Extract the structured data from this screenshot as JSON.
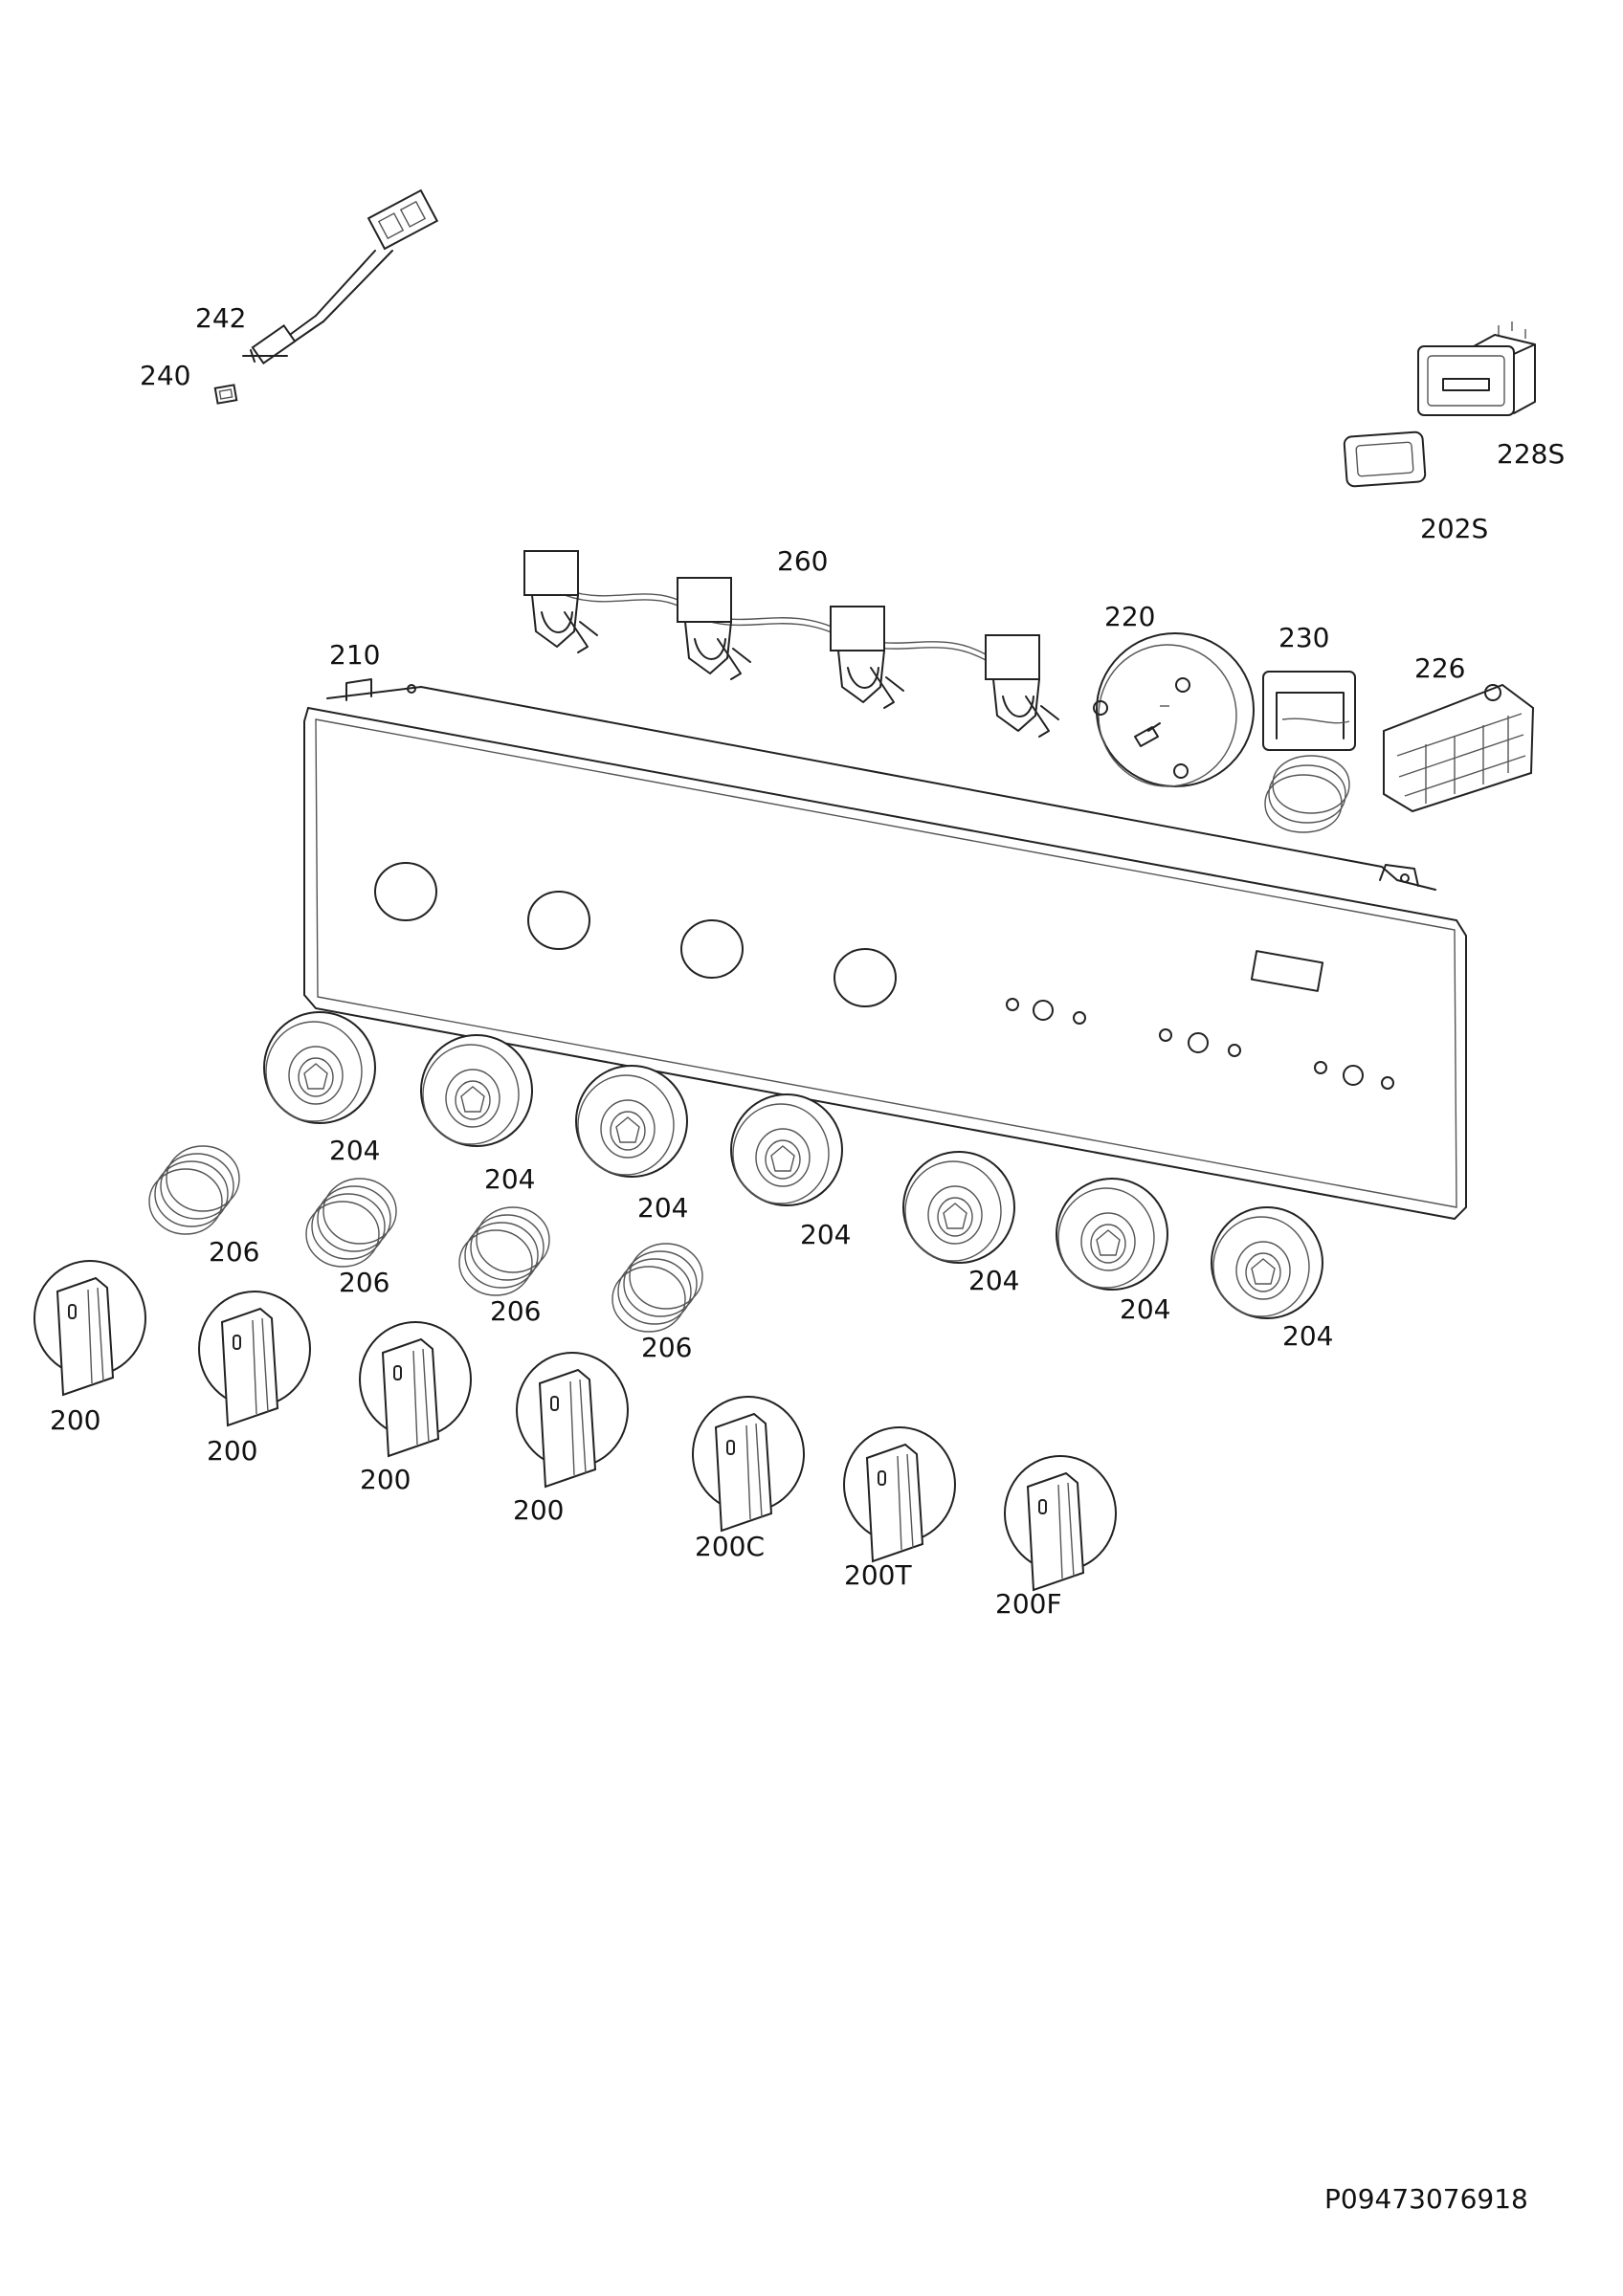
{
  "drawing_number": "P09473076918",
  "parts": {
    "p242": "242",
    "p240": "240",
    "p228S": "228S",
    "p202S": "202S",
    "p260": "260",
    "p220": "220",
    "p230": "230",
    "p226": "226",
    "p210": "210",
    "p204": "204",
    "p206": "206",
    "p200": "200",
    "p200C": "200C",
    "p200T": "200T",
    "p200F": "200F"
  }
}
